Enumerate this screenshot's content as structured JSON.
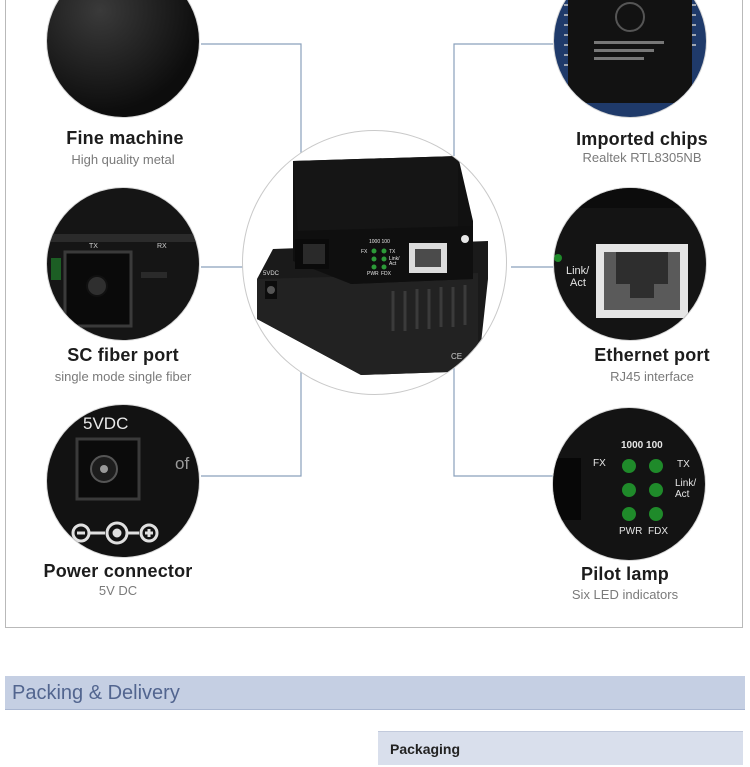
{
  "features": {
    "fine_machine": {
      "title": "Fine machine",
      "subtitle": "High quality metal"
    },
    "imported_chips": {
      "title": "Imported chips",
      "subtitle": "Realtek RTL8305NB"
    },
    "sc_fiber_port": {
      "title": "SC fiber port",
      "subtitle": "single mode single fiber"
    },
    "ethernet_port": {
      "title": "Ethernet port",
      "subtitle": "RJ45 interface"
    },
    "power_connector": {
      "title": "Power connector",
      "subtitle": "5V DC"
    },
    "pilot_lamp": {
      "title": "Pilot lamp",
      "subtitle": "Six LED indicators"
    }
  },
  "photo_labels": {
    "tx": "TX",
    "rx": "RX",
    "power_5vdc": "5VDC",
    "of_fragment": "of",
    "link_act_line1": "Link/",
    "link_act_line2": "Act",
    "led_speed_header": "1000 100",
    "fx": "FX",
    "pwr": "PWR",
    "fdx": "FDX",
    "center_speed": "1000 100",
    "center_fx": "FX",
    "center_tx": "TX",
    "center_link": "Link/",
    "center_act": "Act",
    "center_pwr": "PWR",
    "center_fdx": "FDX",
    "center_5vdc": "5VDC",
    "ce_mark": "CE"
  },
  "sections": {
    "packing_delivery": "Packing & Delivery",
    "packaging": "Packaging"
  },
  "colors": {
    "section_bar": "#c5cfe3",
    "section_text": "#52658f",
    "connector_line": "#7d97b4",
    "led_green": "#1f8a2a"
  }
}
